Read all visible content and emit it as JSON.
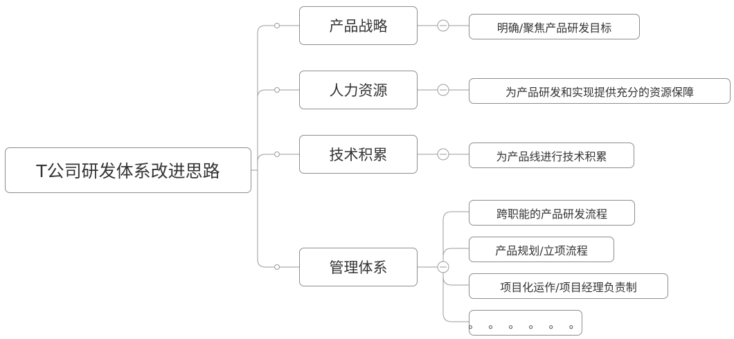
{
  "root": {
    "label": "T公司研发体系改进思路"
  },
  "branches": [
    {
      "label": "产品战略",
      "items": [
        "明确/聚焦产品研发目标"
      ]
    },
    {
      "label": "人力资源",
      "items": [
        "为产品研发和实现提供充分的资源保障"
      ]
    },
    {
      "label": "技术积累",
      "items": [
        "为产品线进行技术积累"
      ]
    },
    {
      "label": "管理体系",
      "items": [
        "跨职能的产品研发流程",
        "产品规划/立项流程",
        "项目化运作/项目经理负责制",
        "。 。 。 。 。 。"
      ]
    }
  ]
}
